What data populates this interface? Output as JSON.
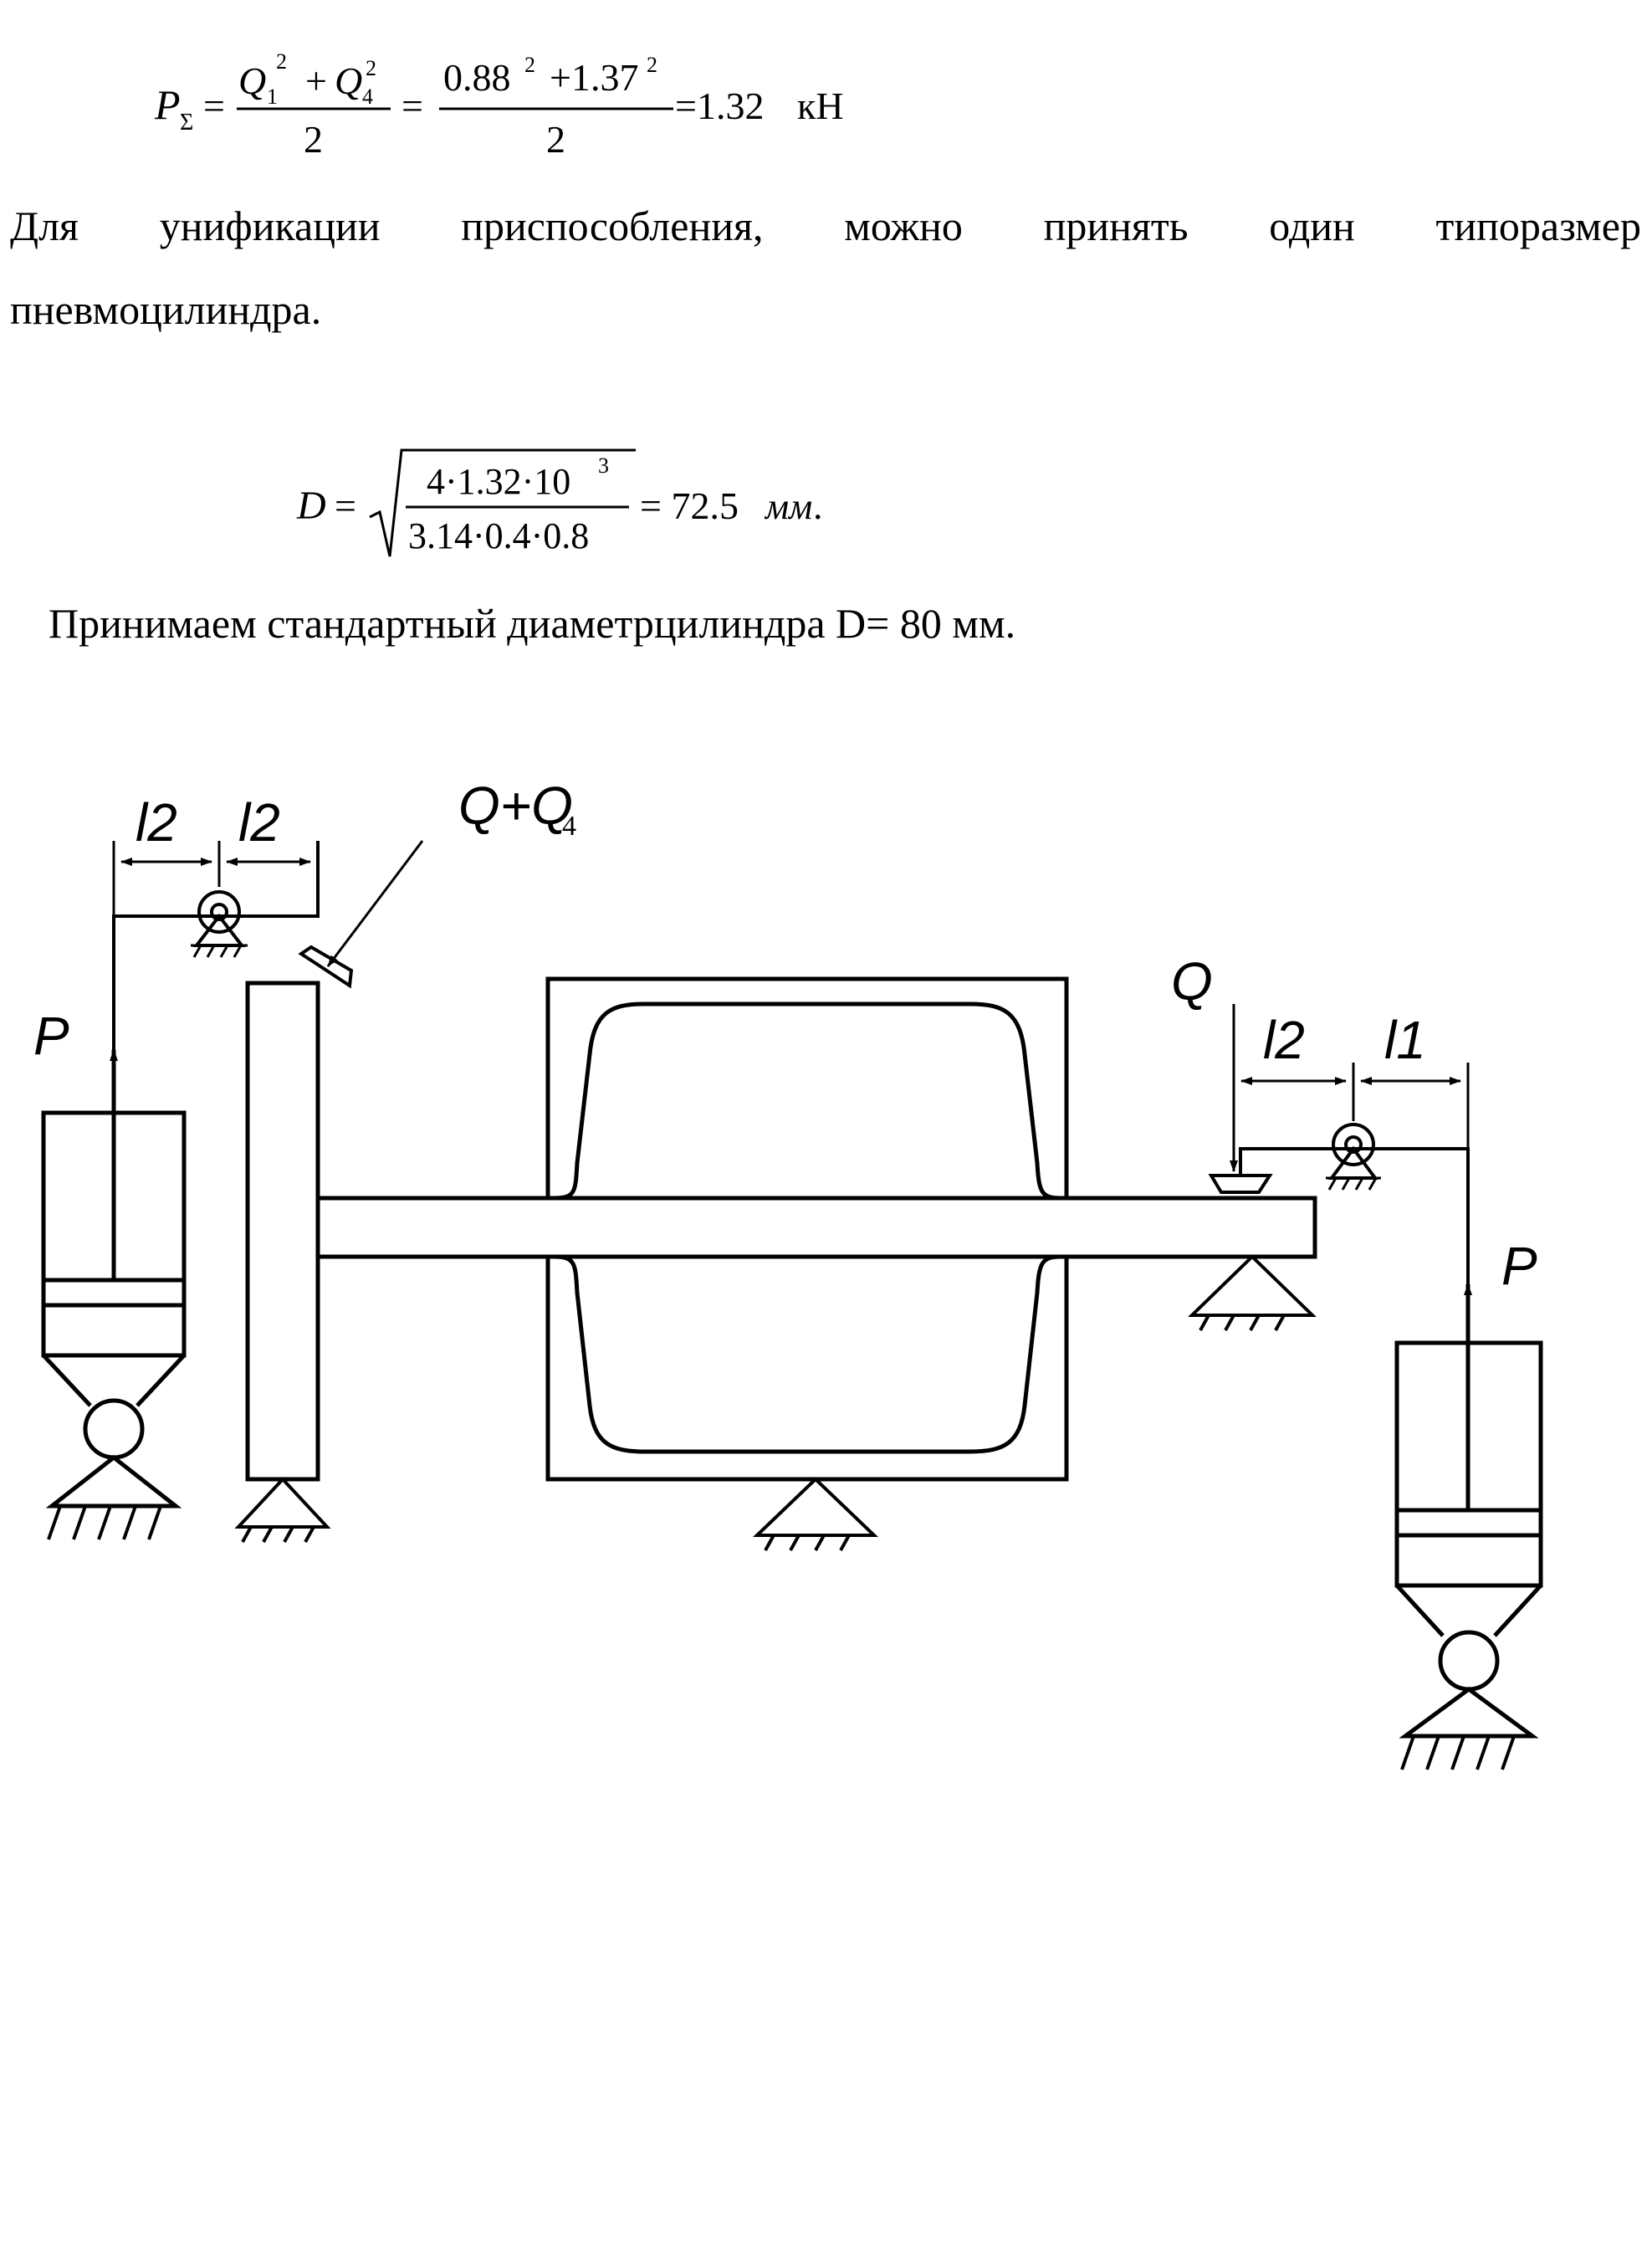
{
  "formula1": {
    "lhs": "P",
    "lhs_sub": "Σ",
    "eq": "=",
    "num_q1": "Q",
    "num_q1_sub": "1",
    "num_q1_sup": "2",
    "num_plus": "+",
    "num_q4": "Q",
    "num_q4_sub": "4",
    "num_q4_sup": "2",
    "den": "2",
    "eq2": "=",
    "num2_a": "0.88",
    "num2_a_sup": "2",
    "num2_plus": "+1.37",
    "num2_b_sup": "2",
    "den2": "2",
    "result": "=1.32",
    "unit": "кН"
  },
  "paragraph1_line1": "Для унификации приспособления, можно принять один типоразмер",
  "paragraph1_line2": "пневмоцилиндра.",
  "formula2": {
    "lhs": "D",
    "eq": "=",
    "num": "4·1.32·10",
    "num_sup": "3",
    "den": "3.14·0.4·0.8",
    "result": "= 72.5",
    "unit": "мм",
    "dot": "."
  },
  "paragraph2": "Принимаем стандартный диаметрцилиндра D= 80 мм.",
  "diagram": {
    "label_l2_left_a": "l2",
    "label_l2_left_b": "l2",
    "label_q1q4": "Q+Q",
    "label_q1q4_sub": "4",
    "label_p_left": "P",
    "label_q_right": "Q",
    "label_l2_right": "l2",
    "label_l1_right": "l1",
    "label_p_right": "P"
  }
}
